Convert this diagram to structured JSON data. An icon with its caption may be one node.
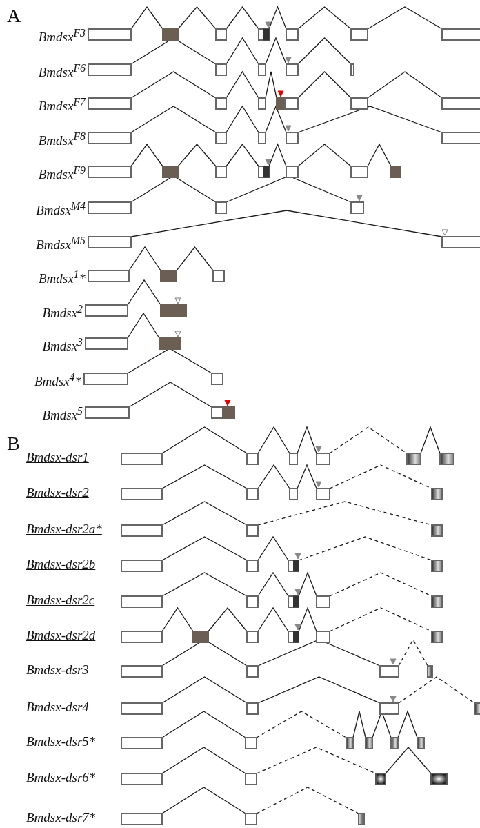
{
  "diagram": {
    "nodes": [
      {
        "text": [],
        "shape": "box",
        "beside": [
          "Bmdsx$^{F3}$"
        ]
      },
      {
        "text": [],
        "shape": "box"
      },
      {
        "text": [],
        "shape": "box"
      },
      {
        "text": [],
        "shape": "box"
      },
      {
        "text": [],
        "shape": "box"
      },
      {
        "text": [],
        "shape": "box"
      },
      {
        "text": [],
        "shape": "box"
      },
      {
        "text": [],
        "shape": "box",
        "beside": [
          "Bmdsx$^{F6}$"
        ]
      },
      {
        "text": [],
        "shape": "box"
      },
      {
        "text": [],
        "shape": "box"
      },
      {
        "text": [],
        "shape": "box"
      },
      {
        "text": [],
        "shape": "box"
      },
      {
        "text": [],
        "shape": "box",
        "beside": [
          "Bmdsx$^{F7}$"
        ]
      },
      {
        "text": [],
        "shape": "box"
      },
      {
        "text": [],
        "shape": "box"
      },
      {
        "text": [],
        "shape": "box"
      },
      {
        "text": [],
        "shape": "box"
      },
      {
        "text": [],
        "shape": "box"
      },
      {
        "text": [],
        "shape": "box"
      },
      {
        "text": [],
        "shape": "box",
        "beside": [
          "Bmdsx$^{F8}$"
        ]
      },
      {
        "text": [],
        "shape": "box"
      },
      {
        "text": [],
        "shape": "box"
      },
      {
        "text": [],
        "shape": "box"
      },
      {
        "text": [],
        "shape": "box"
      },
      {
        "text": [],
        "shape": "box",
        "beside": [
          "Bmdsx$^{F9}$"
        ]
      },
      {
        "text": [],
        "shape": "box"
      },
      {
        "text": [],
        "shape": "box"
      },
      {
        "text": [],
        "shape": "box"
      },
      {
        "text": [],
        "shape": "box"
      },
      {
        "text": [],
        "shape": "box"
      },
      {
        "text": [],
        "shape": "box"
      },
      {
        "text": [],
        "shape": "box",
        "beside": [
          "Bmdsx$^{M4}$"
        ]
      },
      {
        "text": [],
        "shape": "box"
      },
      {
        "text": [],
        "shape": "box"
      },
      {
        "text": [],
        "shape": "box",
        "beside": [
          "Bmdsx$^{M5}$"
        ]
      },
      {
        "text": [],
        "shape": "box"
      },
      {
        "text": [],
        "shape": "box",
        "beside": [
          "Bmdsx$^{1}$*"
        ]
      },
      {
        "text": [],
        "shape": "box"
      },
      {
        "text": [],
        "shape": "box"
      },
      {
        "text": [],
        "shape": "box",
        "beside": [
          "Bmdsx$^{2}$"
        ]
      },
      {
        "text": [],
        "shape": "box"
      },
      {
        "text": [],
        "shape": "box",
        "beside": [
          "Bmdsx$^{3}$"
        ]
      },
      {
        "text": [],
        "shape": "box"
      },
      {
        "text": [],
        "shape": "box",
        "beside": [
          "Bmdsx$^{4}$*"
        ]
      },
      {
        "text": [],
        "shape": "box"
      },
      {
        "text": [],
        "shape": "box",
        "beside": [
          "Bmdsx$^{5}$"
        ]
      },
      {
        "text": [],
        "shape": "box"
      },
      {
        "text": [],
        "shape": "box"
      },
      {
        "text": [],
        "shape": "box",
        "beside": [
          "Bmdsx-dsr1"
        ]
      },
      {
        "text": [],
        "shape": "box"
      },
      {
        "text": [],
        "shape": "box"
      },
      {
        "text": [],
        "shape": "box"
      },
      {
        "text": [],
        "shape": "box"
      },
      {
        "text": [],
        "shape": "box"
      },
      {
        "text": [],
        "shape": "box",
        "beside": [
          "Bmdsx-dsr2"
        ]
      },
      {
        "text": [],
        "shape": "box"
      },
      {
        "text": [],
        "shape": "box"
      },
      {
        "text": [],
        "shape": "box"
      },
      {
        "text": [],
        "shape": "box"
      },
      {
        "text": [],
        "shape": "box",
        "beside": [
          "Bmdsx-dsr2a*"
        ]
      },
      {
        "text": [],
        "shape": "box"
      },
      {
        "text": [],
        "shape": "box"
      },
      {
        "text": [],
        "shape": "box",
        "beside": [
          "Bmdsx-dsr2b"
        ]
      },
      {
        "text": [],
        "shape": "box"
      },
      {
        "text": [],
        "shape": "box"
      },
      {
        "text": [],
        "shape": "box"
      },
      {
        "text": [],
        "shape": "box",
        "beside": [
          "Bmdsx-dsr2c"
        ]
      },
      {
        "text": [],
        "shape": "box"
      },
      {
        "text": [],
        "shape": "box"
      },
      {
        "text": [],
        "shape": "box"
      },
      {
        "text": [],
        "shape": "box"
      },
      {
        "text": [],
        "shape": "box",
        "beside": [
          "Bmdsx-dsr2d"
        ]
      },
      {
        "text": [],
        "shape": "box"
      },
      {
        "text": [],
        "shape": "box"
      },
      {
        "text": [],
        "shape": "box"
      },
      {
        "text": [],
        "shape": "box"
      },
      {
        "text": [],
        "shape": "box"
      },
      {
        "text": [],
        "shape": "box",
        "beside": [
          "Bmdsx-dsr3"
        ]
      },
      {
        "text": [],
        "shape": "box"
      },
      {
        "text": [],
        "shape": "box"
      },
      {
        "text": [],
        "shape": "box"
      },
      {
        "text": [],
        "shape": "box",
        "beside": [
          "Bmdsx-dsr4"
        ]
      },
      {
        "text": [],
        "shape": "box"
      },
      {
        "text": [],
        "shape": "box"
      },
      {
        "text": [],
        "shape": "box"
      },
      {
        "text": [],
        "shape": "box",
        "beside": [
          "Bmdsx-dsr5*"
        ]
      },
      {
        "text": [],
        "shape": "box"
      },
      {
        "text": [],
        "shape": "box"
      },
      {
        "text": [],
        "shape": "box"
      },
      {
        "text": [],
        "shape": "box"
      },
      {
        "text": [],
        "shape": "box"
      },
      {
        "text": [],
        "shape": "box",
        "beside": [
          "Bmdsx-dsr6*"
        ]
      },
      {
        "text": [],
        "shape": "box"
      },
      {
        "text": [],
        "shape": "box"
      },
      {
        "text": [],
        "shape": "box"
      },
      {
        "text": [],
        "shape": "box",
        "beside": [
          "Bmdsx-dsr7*"
        ]
      },
      {
        "text": [],
        "shape": "box"
      },
      {
        "text": [],
        "shape": "box"
      }
    ],
    "edges": [
      {
        "from": 0,
        "to": 1,
        "arrow": "none"
      },
      {
        "from": 1,
        "to": 2,
        "arrow": "none"
      },
      {
        "from": 2,
        "to": 3,
        "arrow": "none"
      },
      {
        "from": 3,
        "to": 4,
        "arrow": "none"
      },
      {
        "from": 4,
        "to": 5,
        "arrow": "none"
      },
      {
        "from": 5,
        "to": 6,
        "arrow": "none"
      },
      {
        "from": 7,
        "to": 8,
        "arrow": "none"
      },
      {
        "from": 8,
        "to": 9,
        "arrow": "none"
      },
      {
        "from": 9,
        "to": 10,
        "arrow": "none"
      },
      {
        "from": 10,
        "to": 11,
        "arrow": "none"
      },
      {
        "from": 12,
        "to": 13,
        "arrow": "none"
      },
      {
        "from": 13,
        "to": 14,
        "arrow": "none"
      },
      {
        "from": 14,
        "to": 15,
        "arrow": "none"
      },
      {
        "from": 16,
        "to": 17,
        "arrow": "none"
      },
      {
        "from": 17,
        "to": 18,
        "arrow": "none"
      },
      {
        "from": 19,
        "to": 20,
        "arrow": "none"
      },
      {
        "from": 20,
        "to": 21,
        "arrow": "none"
      },
      {
        "from": 21,
        "to": 22,
        "arrow": "none"
      },
      {
        "from": 22,
        "to": 23,
        "arrow": "none"
      },
      {
        "from": 24,
        "to": 25,
        "arrow": "none"
      },
      {
        "from": 25,
        "to": 26,
        "arrow": "none"
      },
      {
        "from": 26,
        "to": 27,
        "arrow": "none"
      },
      {
        "from": 27,
        "to": 28,
        "arrow": "none"
      },
      {
        "from": 28,
        "to": 29,
        "arrow": "none"
      },
      {
        "from": 29,
        "to": 30,
        "arrow": "none"
      },
      {
        "from": 31,
        "to": 32,
        "arrow": "none"
      },
      {
        "from": 32,
        "to": 33,
        "arrow": "none"
      },
      {
        "from": 34,
        "to": 35,
        "arrow": "none"
      },
      {
        "from": 36,
        "to": 37,
        "arrow": "none"
      },
      {
        "from": 37,
        "to": 38,
        "arrow": "none"
      },
      {
        "from": 39,
        "to": 40,
        "arrow": "none"
      },
      {
        "from": 41,
        "to": 42,
        "arrow": "none"
      },
      {
        "from": 43,
        "to": 44,
        "arrow": "none"
      },
      {
        "from": 45,
        "to": 46,
        "arrow": "none"
      },
      {
        "from": 48,
        "to": 49,
        "arrow": "none"
      },
      {
        "from": 49,
        "to": 50,
        "arrow": "none"
      },
      {
        "from": 50,
        "to": 51,
        "arrow": "none"
      },
      {
        "from": 51,
        "to": 52,
        "arrow": "none",
        "style": "dashed"
      },
      {
        "from": 52,
        "to": 53,
        "arrow": "none"
      },
      {
        "from": 54,
        "to": 55,
        "arrow": "none"
      },
      {
        "from": 55,
        "to": 56,
        "arrow": "none"
      },
      {
        "from": 56,
        "to": 57,
        "arrow": "none"
      },
      {
        "from": 57,
        "to": 58,
        "arrow": "none",
        "style": "dashed"
      },
      {
        "from": 59,
        "to": 60,
        "arrow": "none"
      },
      {
        "from": 60,
        "to": 61,
        "arrow": "none",
        "style": "dashed"
      },
      {
        "from": 62,
        "to": 63,
        "arrow": "none"
      },
      {
        "from": 63,
        "to": 64,
        "arrow": "none"
      },
      {
        "from": 64,
        "to": 65,
        "arrow": "none",
        "style": "dashed"
      },
      {
        "from": 66,
        "to": 67,
        "arrow": "none"
      },
      {
        "from": 67,
        "to": 68,
        "arrow": "none"
      },
      {
        "from": 68,
        "to": 69,
        "arrow": "none"
      },
      {
        "from": 69,
        "to": 70,
        "arrow": "none",
        "style": "dashed"
      },
      {
        "from": 71,
        "to": 72,
        "arrow": "none"
      },
      {
        "from": 72,
        "to": 73,
        "arrow": "none"
      },
      {
        "from": 73,
        "to": 74,
        "arrow": "none"
      },
      {
        "from": 74,
        "to": 75,
        "arrow": "none"
      },
      {
        "from": 75,
        "to": 76,
        "arrow": "none",
        "style": "dashed"
      },
      {
        "from": 77,
        "to": 78,
        "arrow": "none"
      },
      {
        "from": 78,
        "to": 79,
        "arrow": "none"
      },
      {
        "from": 79,
        "to": 80,
        "arrow": "none",
        "style": "dashed"
      },
      {
        "from": 81,
        "to": 82,
        "arrow": "none"
      },
      {
        "from": 82,
        "to": 83,
        "arrow": "none"
      },
      {
        "from": 83,
        "to": 84,
        "arrow": "none",
        "style": "dashed"
      },
      {
        "from": 85,
        "to": 86,
        "arrow": "none"
      },
      {
        "from": 86,
        "to": 87,
        "arrow": "none",
        "style": "dashed"
      },
      {
        "from": 87,
        "to": 88,
        "arrow": "none"
      },
      {
        "from": 88,
        "to": 89,
        "arrow": "none"
      },
      {
        "from": 89,
        "to": 90,
        "arrow": "none"
      },
      {
        "from": 91,
        "to": 92,
        "arrow": "none"
      },
      {
        "from": 92,
        "to": 93,
        "arrow": "none",
        "style": "dashed"
      },
      {
        "from": 93,
        "to": 94,
        "arrow": "none"
      },
      {
        "from": 95,
        "to": 96,
        "arrow": "none"
      },
      {
        "from": 96,
        "to": 97,
        "arrow": "none",
        "style": "dashed"
      }
    ],
    "labels": [
      "A",
      "B"
    ]
  }
}
